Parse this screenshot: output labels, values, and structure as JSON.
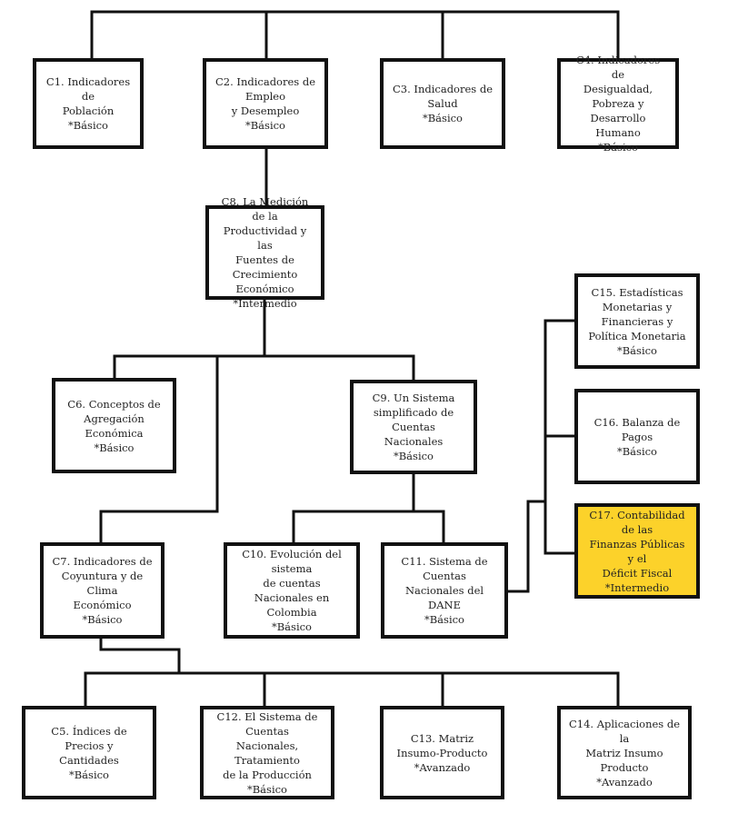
{
  "colors": {
    "line": "#111111",
    "box_fill": "#ffffff",
    "highlight_fill": "#fcd22a"
  },
  "nodes": {
    "c1": {
      "lines": [
        "C1. Indicadores de",
        "Población",
        "*Básico"
      ]
    },
    "c2": {
      "lines": [
        "C2. Indicadores de Empleo",
        "y Desempleo",
        "*Básico"
      ]
    },
    "c3": {
      "lines": [
        "C3. Indicadores de Salud",
        "*Básico"
      ]
    },
    "c4": {
      "lines": [
        "C4. Indicadores de",
        "Desigualdad, Pobreza y",
        "Desarrollo Humano",
        "*Básico"
      ]
    },
    "c8": {
      "lines": [
        "C8. La Medición de la",
        "Productividad y las",
        "Fuentes de Crecimiento",
        "Económico",
        "*Intermedio"
      ]
    },
    "c15": {
      "lines": [
        "C15. Estadísticas",
        "Monetarias y Financieras y",
        "Política Monetaria",
        "*Básico"
      ]
    },
    "c6": {
      "lines": [
        "C6. Conceptos de",
        "Agregación Económica",
        "*Básico"
      ]
    },
    "c9": {
      "lines": [
        "C9. Un Sistema",
        "simplificado de Cuentas",
        "Nacionales",
        "*Básico"
      ]
    },
    "c16": {
      "lines": [
        "C16. Balanza de Pagos",
        "*Básico"
      ]
    },
    "c17": {
      "lines": [
        "C17. Contabilidad de las",
        "Finanzas Públicas y el",
        "Déficit Fiscal",
        "*Intermedio"
      ]
    },
    "c7": {
      "lines": [
        "C7. Indicadores de",
        "Coyuntura y de Clima",
        "Económico",
        "*Básico"
      ]
    },
    "c10": {
      "lines": [
        "C10. Evolución del sistema",
        "de cuentas Nacionales en",
        "Colombia",
        "*Básico"
      ]
    },
    "c11": {
      "lines": [
        "C11. Sistema de Cuentas",
        "Nacionales del DANE",
        "*Básico"
      ]
    },
    "c5": {
      "lines": [
        "C5. Índices de Precios y",
        "Cantidades",
        "*Básico"
      ]
    },
    "c12": {
      "lines": [
        "C12. El Sistema de Cuentas",
        "Nacionales, Tratamiento",
        "de la Producción",
        "*Básico"
      ]
    },
    "c13": {
      "lines": [
        "C13. Matriz",
        "Insumo-Producto",
        "*Avanzado"
      ]
    },
    "c14": {
      "lines": [
        "C14. Aplicaciones de la",
        "Matriz Insumo Producto",
        "*Avanzado"
      ]
    }
  }
}
